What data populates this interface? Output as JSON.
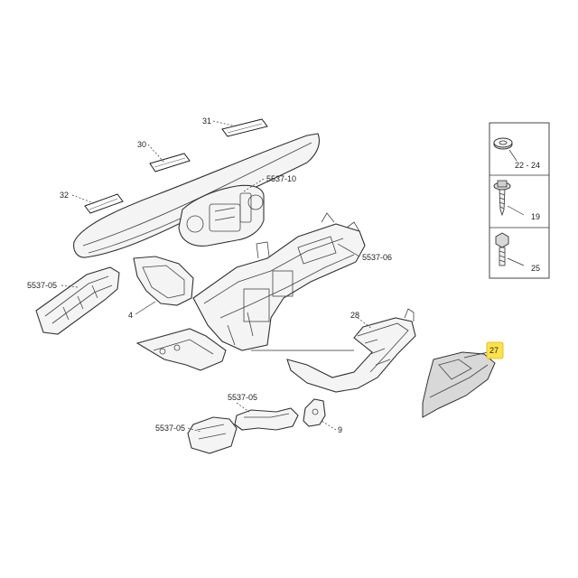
{
  "colors": {
    "highlight": "#ffe24d",
    "line": "#333333",
    "background": "#ffffff"
  },
  "callouts": {
    "c31": "31",
    "c30": "30",
    "c32": "32",
    "c5537_10": "5537-10",
    "c5537_06": "5537-06",
    "c5537_05_left": "5537-05",
    "c4": "4",
    "c28": "28",
    "c27": "27",
    "c5537_05_mid": "5537-05",
    "c5537_05_bottom": "5537-05",
    "c9": "9"
  },
  "fasteners_panel": {
    "washer": "22 - 24",
    "screw_washer": "19",
    "bolt": "25"
  },
  "icons": [
    "washer-icon",
    "screw-with-washer-icon",
    "hex-bolt-icon"
  ]
}
